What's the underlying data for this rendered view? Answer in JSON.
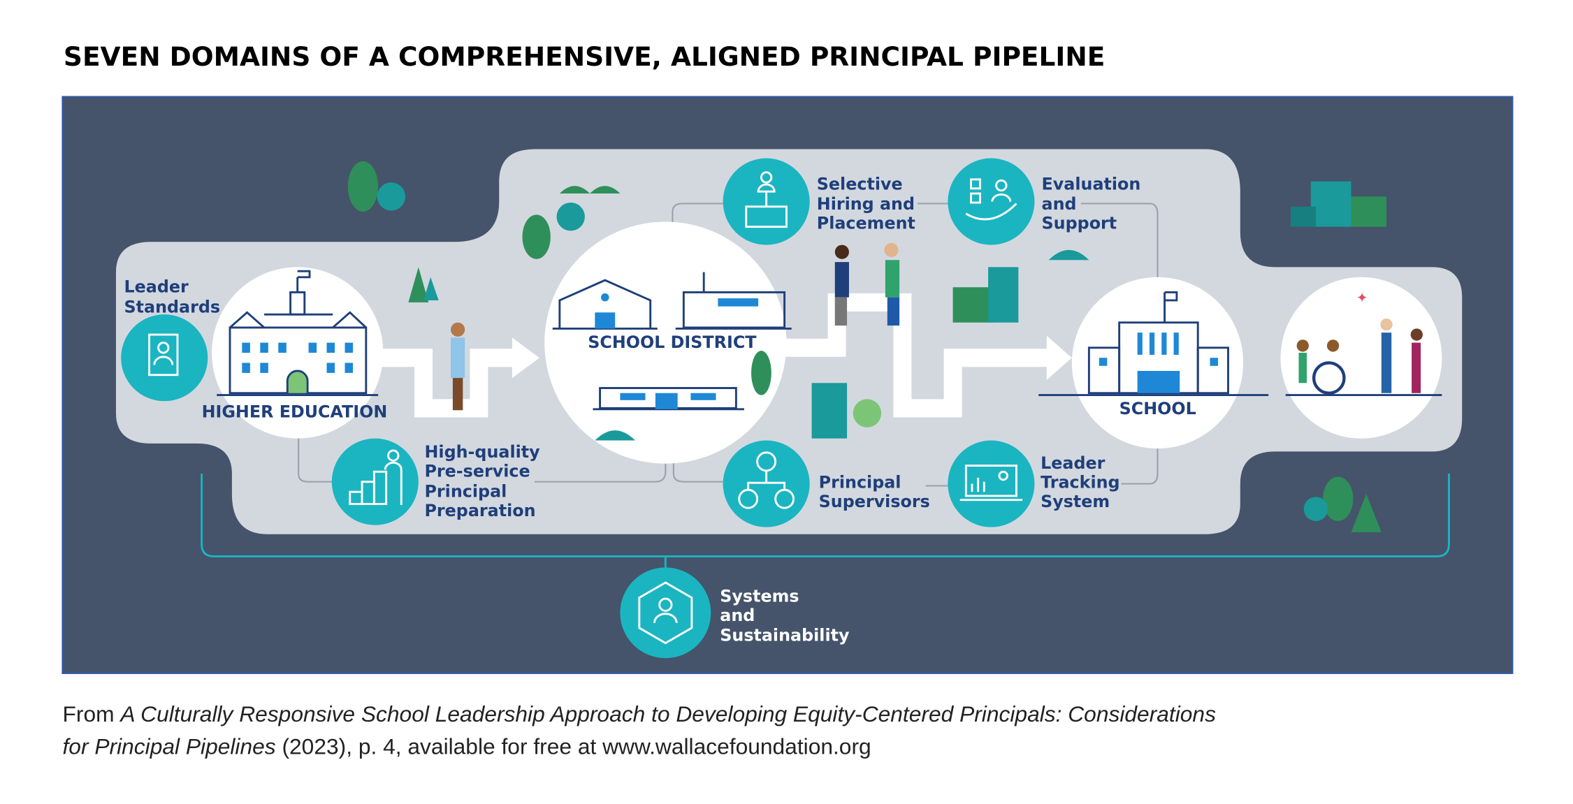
{
  "title": "SEVEN DOMAINS OF A COMPREHENSIVE, ALIGNED PRINCIPAL PIPELINE",
  "colors": {
    "panel": "#45546a",
    "band": "#d3d8df",
    "teal": "#1ab5c1",
    "navy": "#1f3f7a",
    "green": "#2f8f5a"
  },
  "hubs": {
    "higher_education": "HIGHER EDUCATION",
    "school_district": "SCHOOL DISTRICT",
    "school": "SCHOOL"
  },
  "domains": {
    "leader_standards": [
      "Leader",
      "Standards"
    ],
    "preservice": [
      "High-quality",
      "Pre-service",
      "Principal",
      "Preparation"
    ],
    "hiring": [
      "Selective",
      "Hiring and",
      "Placement"
    ],
    "evaluation": [
      "Evaluation",
      "and",
      "Support"
    ],
    "supervisors": [
      "Principal",
      "Supervisors"
    ],
    "tracking": [
      "Leader",
      "Tracking",
      "System"
    ],
    "systems": [
      "Systems",
      "and",
      "Sustainability"
    ]
  },
  "caption": {
    "prefix": "From ",
    "title_line1": "A Culturally Responsive School Leadership Approach to Developing Equity-Centered Principals: Considerations",
    "title_line2": "for Principal Pipelines",
    "suffix": " (2023), p. 4, available for free at www.wallacefoundation.org"
  }
}
